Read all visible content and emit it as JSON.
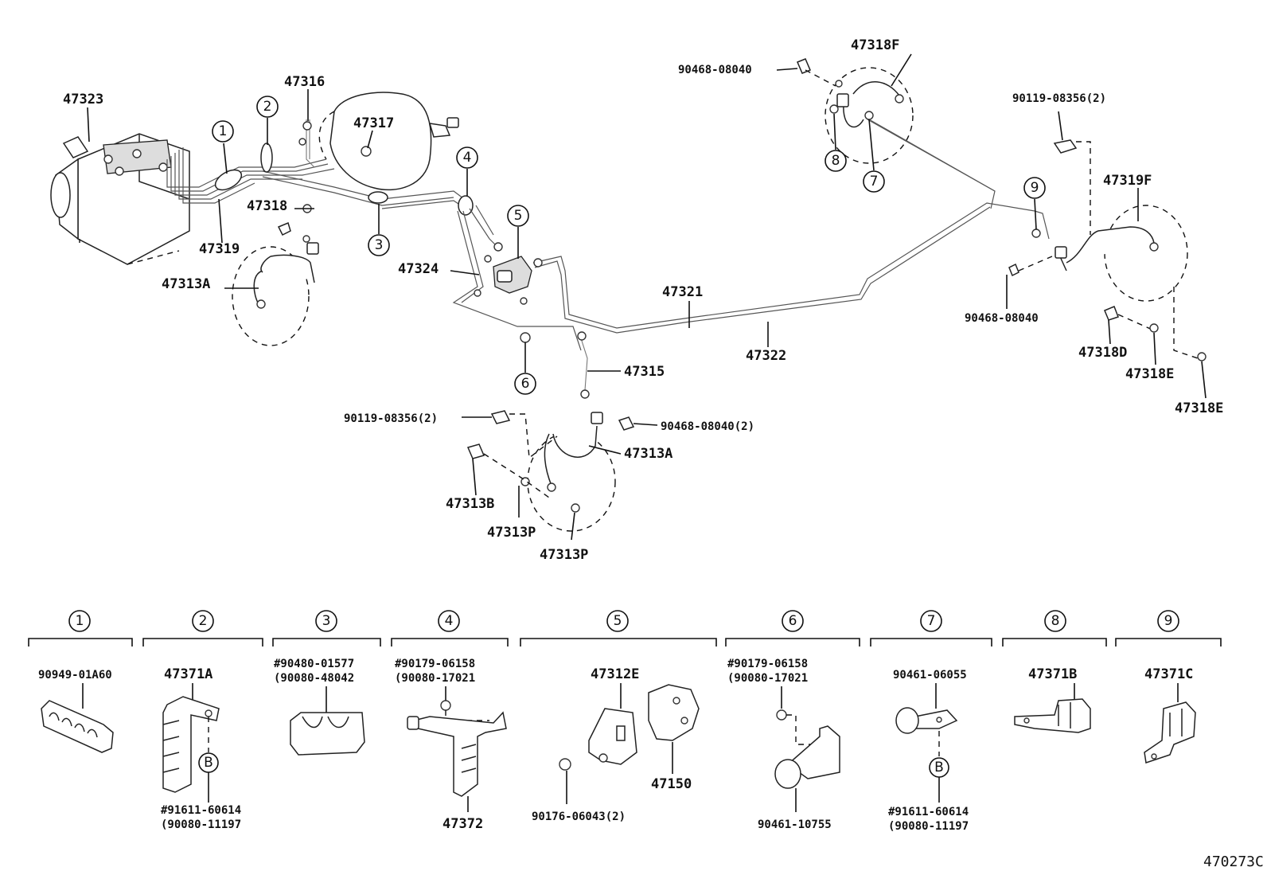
{
  "callouts": [
    "1",
    "2",
    "3",
    "4",
    "5",
    "6",
    "7",
    "8",
    "9"
  ],
  "parts": {
    "p47323": "47323",
    "p47316": "47316",
    "p47317": "47317",
    "p47318": "47318",
    "p47319": "47319",
    "p47313A_1": "47313A",
    "p47324": "47324",
    "p47321": "47321",
    "p47322": "47322",
    "p47315": "47315",
    "p47318F": "47318F",
    "p47319F": "47319F",
    "p47318D": "47318D",
    "p47318E_1": "47318E",
    "p47318E_2": "47318E",
    "p47313A_2": "47313A",
    "p47313B": "47313B",
    "p47313P_1": "47313P",
    "p47313P_2": "47313P",
    "b90468_top": "90468-08040",
    "b90119_top": "90119-08356(2)",
    "b90468_right": "90468-08040",
    "b90119_mid": "90119-08356(2)",
    "b90468_mid": "90468-08040(2)"
  },
  "detail": {
    "d1_part": "90949-01A60",
    "d2_part": "47371A",
    "d2_note1": "#91611-60614",
    "d2_note2": "(90080-11197",
    "d2_b": "B",
    "d3_line1": "#90480-01577",
    "d3_line2": "(90080-48042",
    "d4_line1": "#90179-06158",
    "d4_line2": "(90080-17021",
    "d4_part": "47372",
    "d5_part": "47312E",
    "d5_sensor": "47150",
    "d5_nut": "90176-06043(2)",
    "d6_line1": "#90179-06158",
    "d6_line2": "(90080-17021",
    "d6_part": "90461-10755",
    "d7_part": "90461-06055",
    "d7_b": "B",
    "d7_note1": "#91611-60614",
    "d7_note2": "(90080-11197",
    "d8_part": "47371B",
    "d9_part": "47371C"
  },
  "figure_ref": "470273C"
}
